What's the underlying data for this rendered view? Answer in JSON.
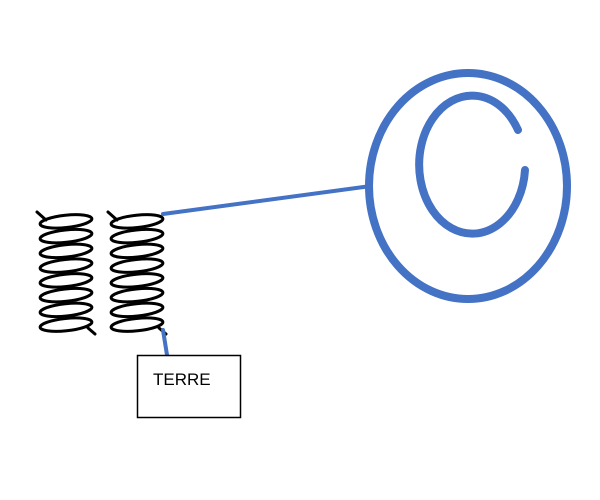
{
  "diagram": {
    "ground_box": {
      "label": "TERRE"
    },
    "colors": {
      "wire": "#4472c4",
      "coil": "#000000",
      "box_border": "#000000",
      "background": "#ffffff"
    },
    "components": [
      {
        "name": "primary-coil",
        "icon": "helical-coil",
        "turns": 8
      },
      {
        "name": "secondary-coil",
        "icon": "helical-coil",
        "turns": 8
      },
      {
        "name": "antenna-loop",
        "icon": "double-circular-loop"
      },
      {
        "name": "ground-box",
        "icon": "rectangle"
      }
    ]
  }
}
